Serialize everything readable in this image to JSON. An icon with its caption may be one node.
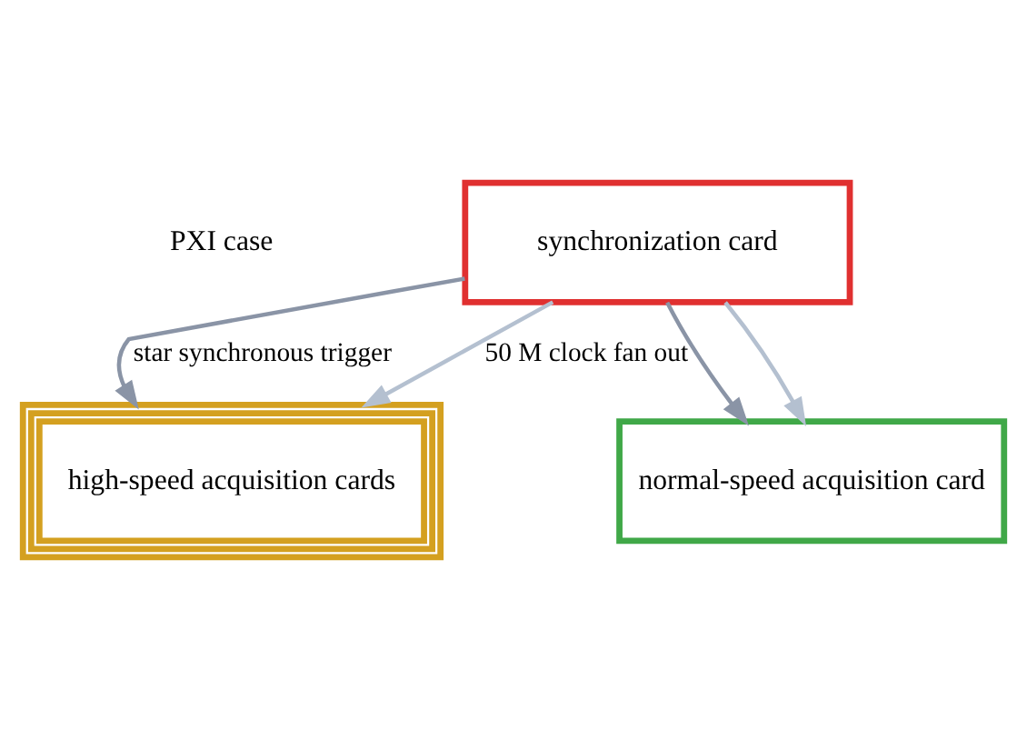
{
  "diagram": {
    "nodes": [
      {
        "text": [
          "synchronization card"
        ]
      },
      {
        "text": [
          "high-speed acquisition cards"
        ]
      },
      {
        "text": [
          "normal-speed acquisition card"
        ]
      }
    ],
    "edges": [
      {
        "from": 0,
        "to": 1,
        "arrow": "to",
        "label": "star synchronous trigger",
        "color": "#8a94a6"
      },
      {
        "from": 0,
        "to": 2,
        "arrow": "to",
        "color": "#8a94a6"
      },
      {
        "from": 0,
        "to": 1,
        "arrow": "to",
        "label": "50 M clock fan out",
        "color": "#b4c0d0"
      },
      {
        "from": 0,
        "to": 2,
        "arrow": "to",
        "color": "#b4c0d0"
      }
    ],
    "labels": [
      "PXI case"
    ]
  }
}
